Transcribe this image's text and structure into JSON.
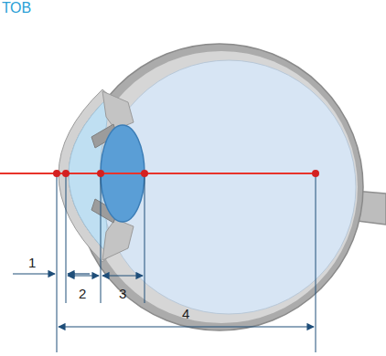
{
  "diagram": {
    "labels": [
      "ТОВ",
      "1",
      "2",
      "3",
      "4"
    ]
  }
}
